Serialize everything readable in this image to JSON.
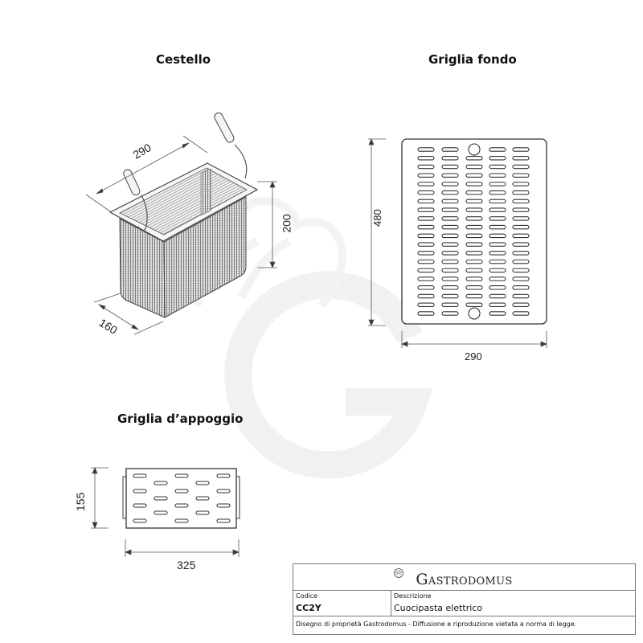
{
  "drawing": {
    "views": {
      "cestello": {
        "title": "Cestello",
        "dimensions": {
          "length": "290",
          "height": "200",
          "width": "160"
        }
      },
      "griglia_fondo": {
        "title": "Griglia fondo",
        "dimensions": {
          "height": "480",
          "width": "290"
        },
        "slot_grid": {
          "columns": 5,
          "rows": 20,
          "holes": "center column, first and last row"
        }
      },
      "griglia_appoggio": {
        "title": "Griglia d’appoggio",
        "dimensions": {
          "height": "155",
          "width": "325"
        },
        "slot_grid": {
          "columns": 5,
          "pattern": "staggered",
          "outer_rows": 4,
          "inner_rows": 3
        }
      }
    },
    "watermark": "G"
  },
  "title_block": {
    "brand_first": "G",
    "brand_rest": "ASTRODOMUS",
    "code_label": "Codice",
    "code_value": "CC2Y",
    "description_label": "Descrizione",
    "description_value": "Cuocipasta elettrico",
    "footer": "Disegno di proprietà Gastrodomus - Diffusione e riproduzione vietata a norma di legge."
  },
  "colors": {
    "line": "#333333",
    "dimension_line": "#555555",
    "watermark": "#f0f0f0",
    "border": "#7a7a7a"
  }
}
